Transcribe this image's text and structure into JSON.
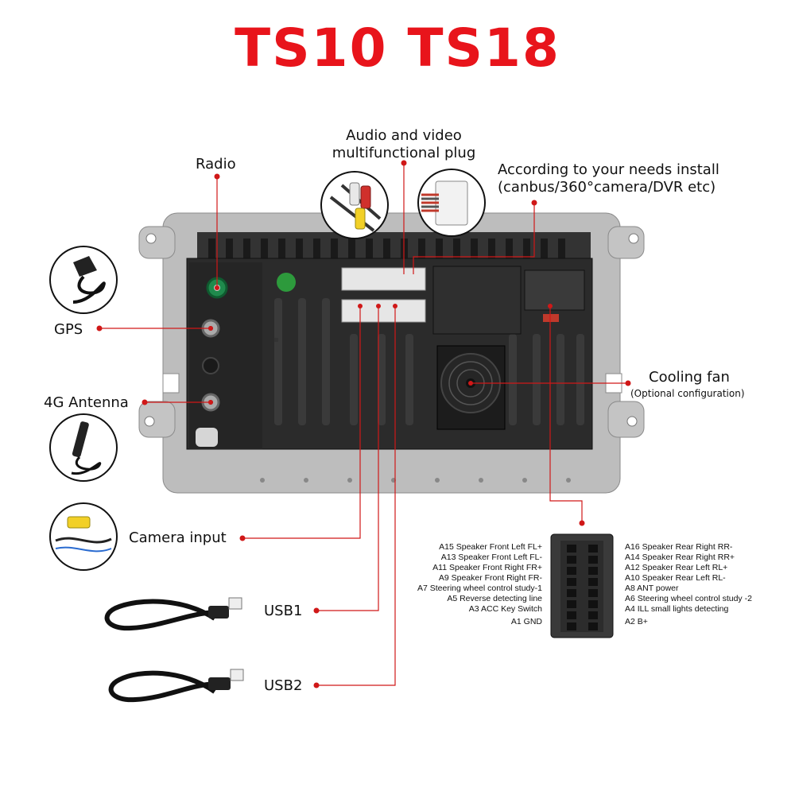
{
  "title": "TS10 TS18",
  "labels": {
    "radio": "Radio",
    "av_plug_line1": "Audio and video",
    "av_plug_line2": "multifunctional plug",
    "install_line1": "According to your needs install",
    "install_line2": "(canbus/360°camera/DVR etc)",
    "gps": "GPS",
    "antenna_4g": "4G Antenna",
    "cooling_fan": "Cooling fan",
    "cooling_fan_note": "(Optional configuration)",
    "camera_input": "Camera input",
    "usb1": "USB1",
    "usb2": "USB2"
  },
  "pinout": {
    "left": [
      "A15 Speaker Front Left FL+",
      "A13 Speaker Front Left FL-",
      "A11 Speaker Front  Right FR+",
      "A9 Speaker Front  Right FR-",
      "A7 Steering wheel control study-1",
      "A5 Reverse detecting line",
      "A3 ACC Key Switch",
      "A1 GND"
    ],
    "right": [
      "A16 Speaker Rear Right RR-",
      "A14 Speaker Rear Right RR+",
      "A12 Speaker Rear Left RL+",
      "A10 Speaker Rear Left RL-",
      "A8 ANT power",
      "A6 Steering wheel control study -2",
      "A4 ILL small lights detecting",
      "A2 B+"
    ]
  },
  "colors": {
    "title": "#e8141b",
    "callout_line": "#d01818",
    "chassis": "#b9b9b9",
    "back_panel": "#2a2a2a"
  }
}
